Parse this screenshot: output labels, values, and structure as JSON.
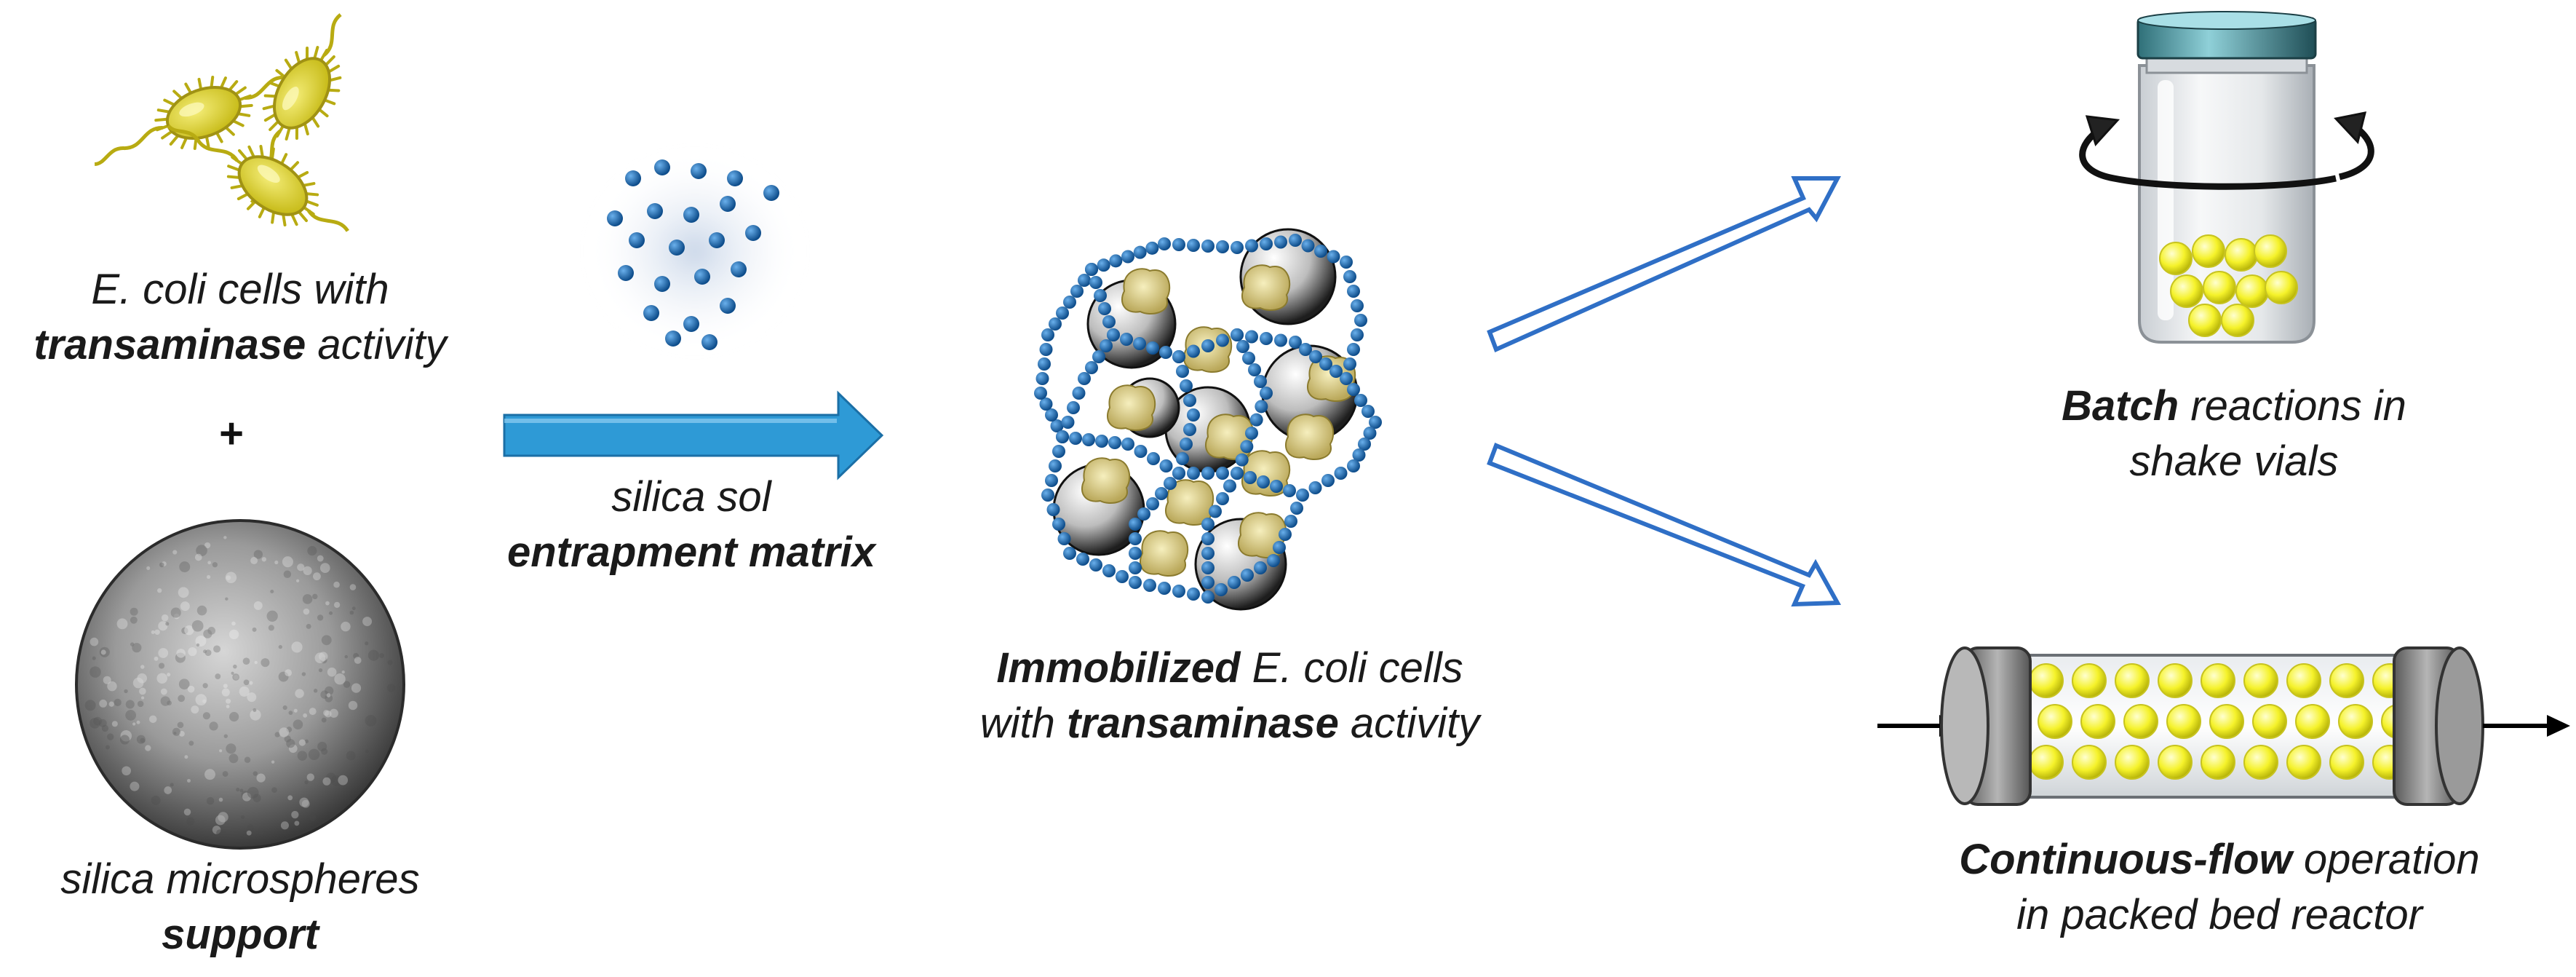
{
  "cells_label": {
    "line1_italic": "E. coli cells with",
    "line2_bold": "transaminase",
    "line2_rest": " activity"
  },
  "plus": "+",
  "support_label": {
    "line1": "silica microspheres",
    "line2": "support"
  },
  "sol_label": {
    "line1": "silica sol",
    "line2": "entrapment matrix"
  },
  "immobilized_label": {
    "line1_bold": "Immobilized",
    "line1_rest": "  E. coli cells",
    "line2_pre": "with ",
    "line2_bold": "transaminase",
    "line2_rest": "  activity"
  },
  "batch_label": {
    "line1_bold": "Batch",
    "line1_rest": "  reactions in",
    "line2": "shake vials"
  },
  "flow_label": {
    "line1_bold": "Continuous-flow",
    "line1_rest": "  operation",
    "line2": "in packed bed reactor"
  },
  "colors": {
    "process_arrow": "#2e9ad6",
    "outline_arrow": "#2f6fc6",
    "sol_bead": "#1d5e9e",
    "cell": "#e0d63a",
    "yellow_bead": "#f2f21e",
    "reactor_cap": "#8a8a8a"
  },
  "icons": [
    "bacteria-icon",
    "silica-sphere-image",
    "sol-particles-icon",
    "immobilized-cluster-icon",
    "shake-vial-icon",
    "packed-bed-reactor-icon"
  ]
}
